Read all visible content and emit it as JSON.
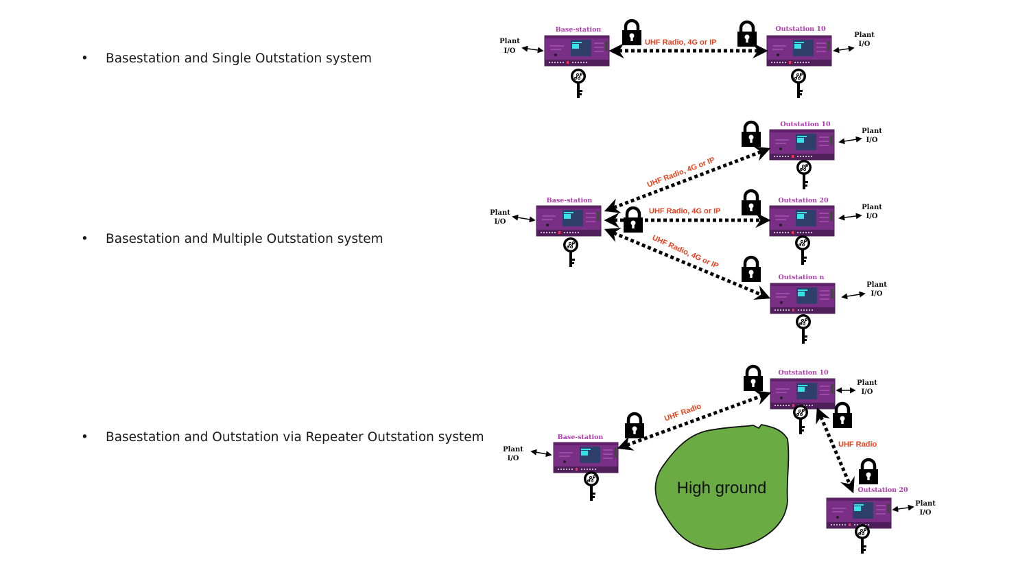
{
  "bullets": [
    {
      "symbol": "•",
      "text": "Basestation and Single Outstation system"
    },
    {
      "symbol": "•",
      "text": "Basestation and Multiple Outstation system"
    },
    {
      "symbol": "•",
      "text": "Basestation and Outstation via Repeater Outstation system"
    }
  ],
  "diagrams": {
    "single": {
      "base_label": "Base-station",
      "out_label": "Outstation 10",
      "io_line1": "Plant",
      "io_line2": "I/O",
      "link_label": "UHF Radio, 4G or IP"
    },
    "multiple": {
      "base_label": "Base-station",
      "outstations": [
        "Outstation 10",
        "Outstation 20",
        "Outstation n"
      ],
      "io_line1": "Plant",
      "io_line2": "I/O",
      "link_label": "UHF Radio, 4G or IP"
    },
    "repeater": {
      "base_label": "Base-station",
      "repeater_label": "Outstation 10",
      "out_label": "Outstation 20",
      "io_line1": "Plant",
      "io_line2": "I/O",
      "link_label": "UHF Radio",
      "obstacle_label": "High ground"
    }
  },
  "icons": {
    "lock": "padlock-icon",
    "key": "digital-key-icon",
    "device": "rtu-device"
  },
  "colors": {
    "node_label": "#b23cb0",
    "link_label": "#e8401c",
    "device_body": "#7a2f86",
    "device_screen": "#2e3f6a",
    "device_screen_text": "#38e0e8",
    "high_ground": "#6aab44"
  }
}
